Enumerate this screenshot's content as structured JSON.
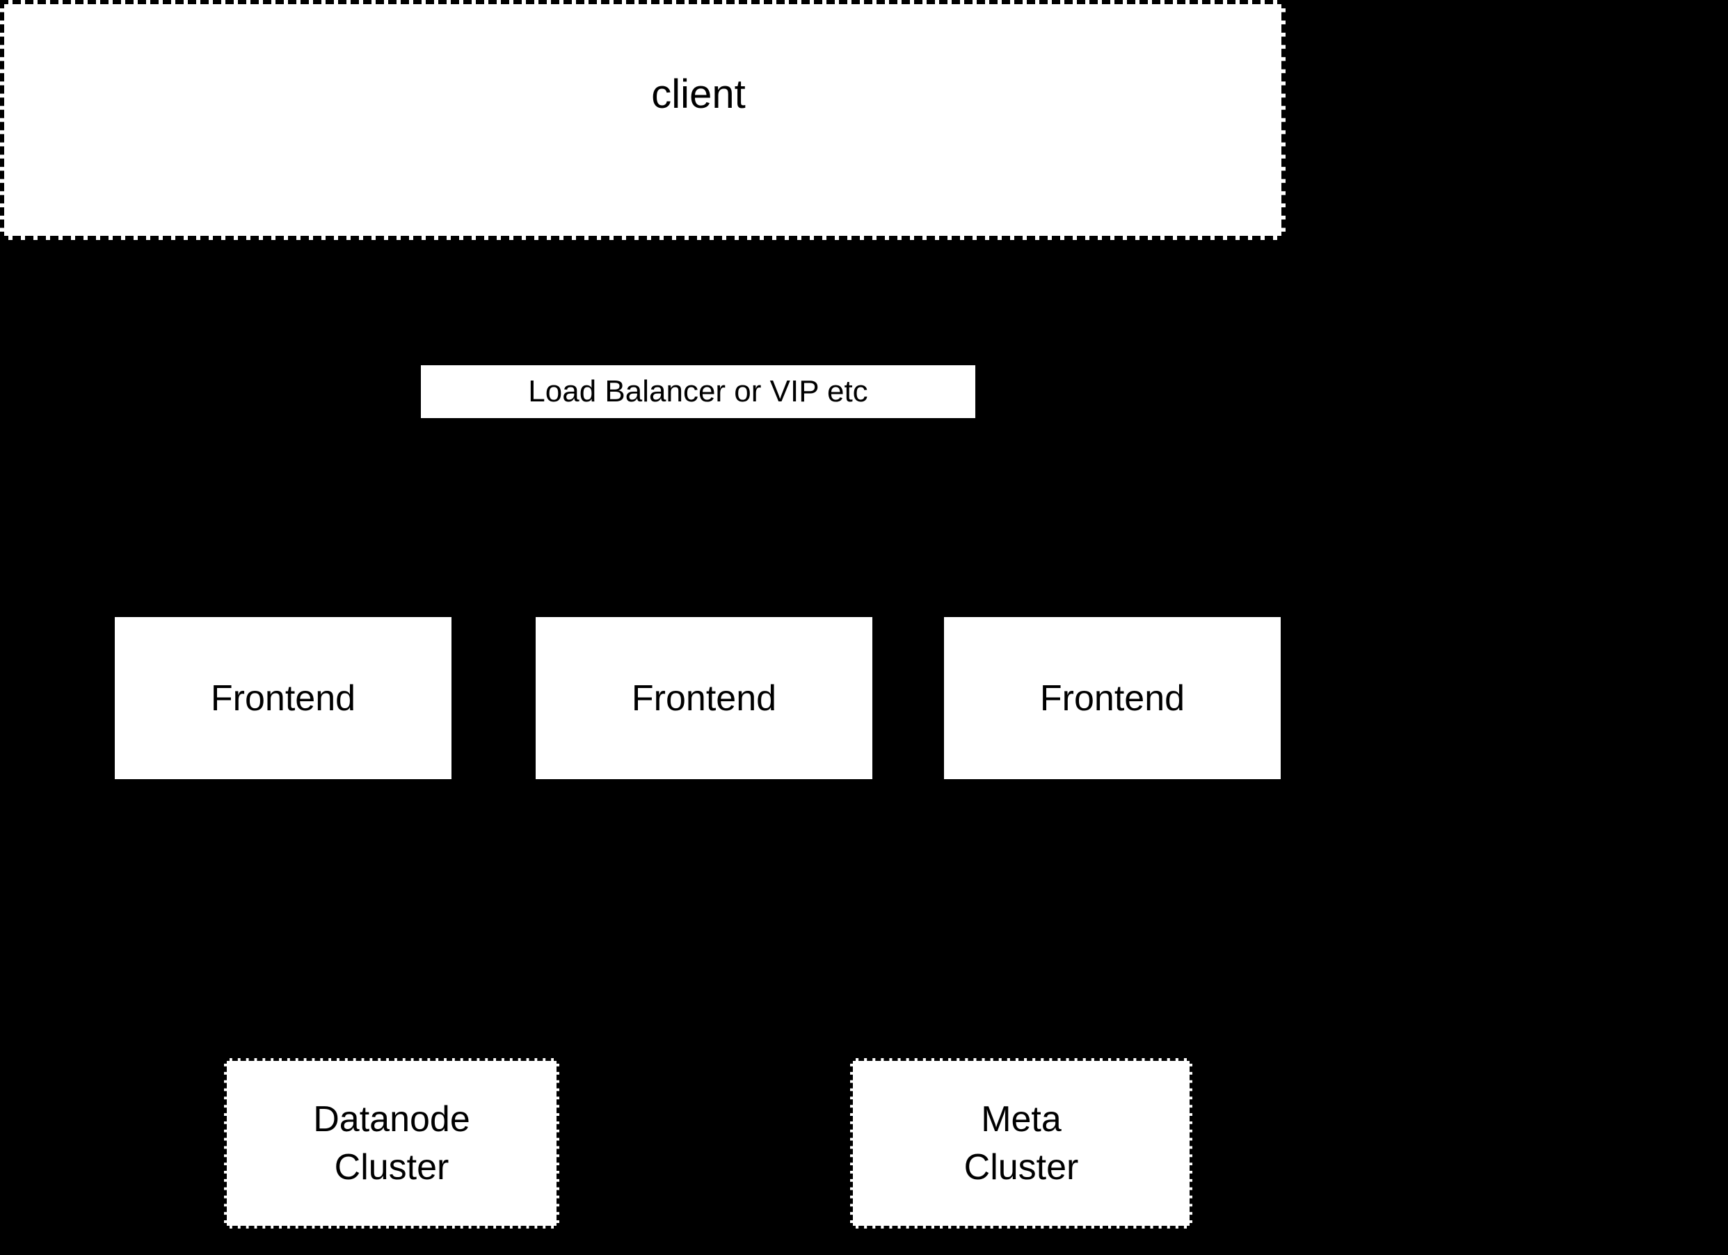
{
  "diagram": {
    "background_color": "#000000",
    "node_fill_color": "#ffffff",
    "node_stroke_color": "#000000",
    "nodes": {
      "client": {
        "label": "client"
      },
      "load_balancer": {
        "label": "Load Balancer or VIP etc"
      },
      "frontend_group": {
        "border_style": "dashed",
        "items": [
          {
            "label": "Frontend"
          },
          {
            "label": "Frontend"
          },
          {
            "label": "Frontend"
          }
        ]
      },
      "datanode_cluster": {
        "border_style": "dashed",
        "line1": "Datanode",
        "line2": "Cluster"
      },
      "meta_cluster": {
        "border_style": "dashed",
        "line1": "Meta",
        "line2": "Cluster"
      }
    }
  }
}
